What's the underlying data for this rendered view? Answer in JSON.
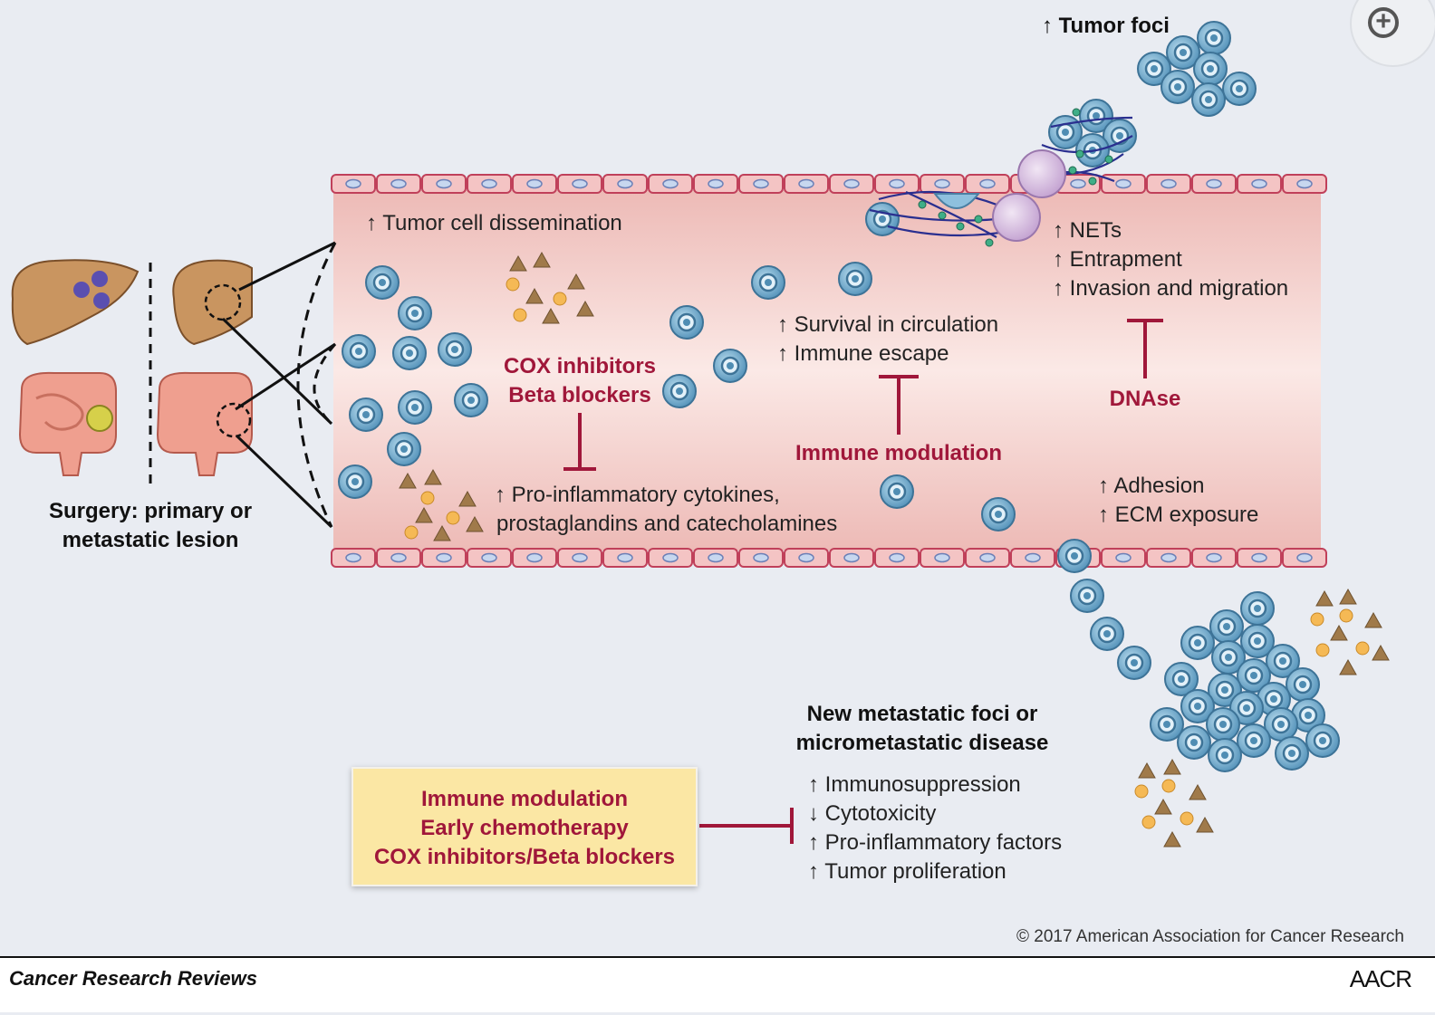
{
  "labels": {
    "tumor_foci": "↑ Tumor foci",
    "dissemination": "↑ Tumor cell dissemination",
    "nets": "↑ NETs",
    "entrapment": "↑ Entrapment",
    "invasion": "↑ Invasion and migration",
    "survival": "↑ Survival in circulation",
    "immune_escape": "↑ Immune escape",
    "cox": "COX inhibitors",
    "beta": "Beta blockers",
    "dnase": "DNAse",
    "immune_mod": "Immune modulation",
    "cytokines": "↑ Pro-inflammatory cytokines,",
    "prostaglandins": "prostaglandins and catecholamines",
    "adhesion": "↑ Adhesion",
    "ecm": "↑ ECM exposure",
    "surgery1": "Surgery: primary or",
    "surgery2": "metastatic lesion",
    "new_foci1": "New metastatic foci or",
    "new_foci2": "micrometastatic disease",
    "immunosuppression": "↑ Immunosuppression",
    "cytotoxicity": "↓ Cytotoxicity",
    "proinflam": "↑ Pro-inflammatory factors",
    "proliferation": "↑ Tumor proliferation"
  },
  "therapy_box": [
    "Immune modulation",
    "Early chemotherapy",
    "COX inhibitors/Beta blockers"
  ],
  "copyright": "© 2017 American Association for Cancer Research",
  "footer": {
    "journal": "Cancer Research Reviews",
    "brand": "AACR"
  },
  "zoom_icon": "zoom-in-icon",
  "colors": {
    "vessel": "#f2c9c4",
    "vessel_edge": "#c0405a",
    "accent": "#a0173a",
    "cell": "#6aa6c8",
    "box": "#fbe7a4"
  }
}
